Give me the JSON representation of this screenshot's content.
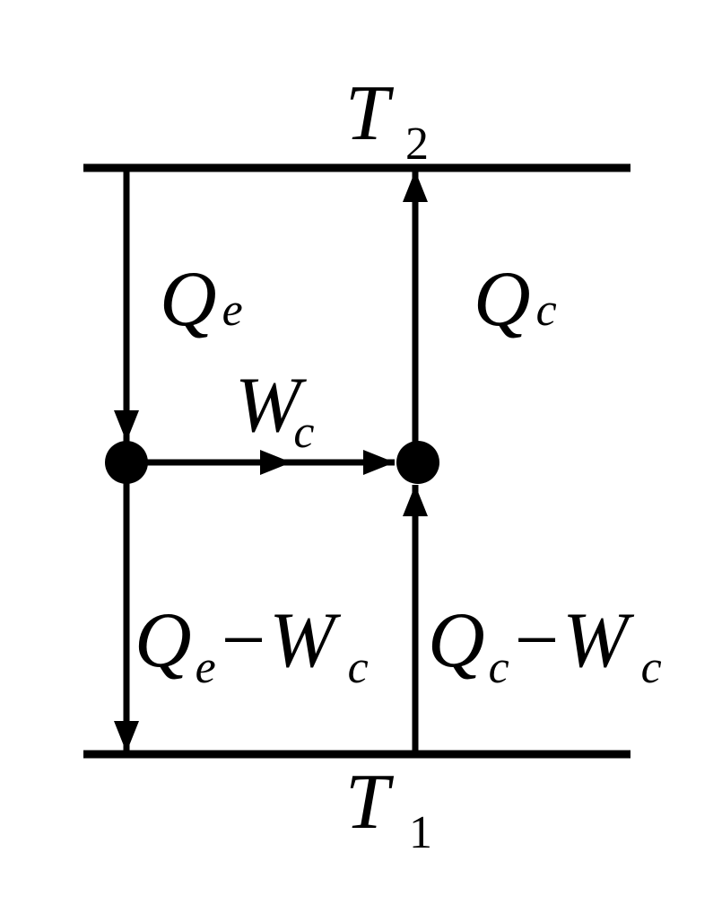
{
  "diagram": {
    "reservoirs": {
      "hot": {
        "symbol": "T",
        "subscript": "2"
      },
      "cold": {
        "symbol": "T",
        "subscript": "1"
      }
    },
    "flows": {
      "qe": {
        "symbol": "Q",
        "subscript": "e"
      },
      "qc": {
        "symbol": "Q",
        "subscript": "c"
      },
      "wc": {
        "symbol": "W",
        "subscript": "c"
      },
      "qe_minus_wc": {
        "first": {
          "symbol": "Q",
          "subscript": "e"
        },
        "operator": "−",
        "second": {
          "symbol": "W",
          "subscript": "c"
        }
      },
      "qc_minus_wc": {
        "first": {
          "symbol": "Q",
          "subscript": "c"
        },
        "operator": "−",
        "second": {
          "symbol": "W",
          "subscript": "c"
        }
      }
    },
    "colors": {
      "ink": "#000000",
      "background": "#ffffff"
    }
  }
}
